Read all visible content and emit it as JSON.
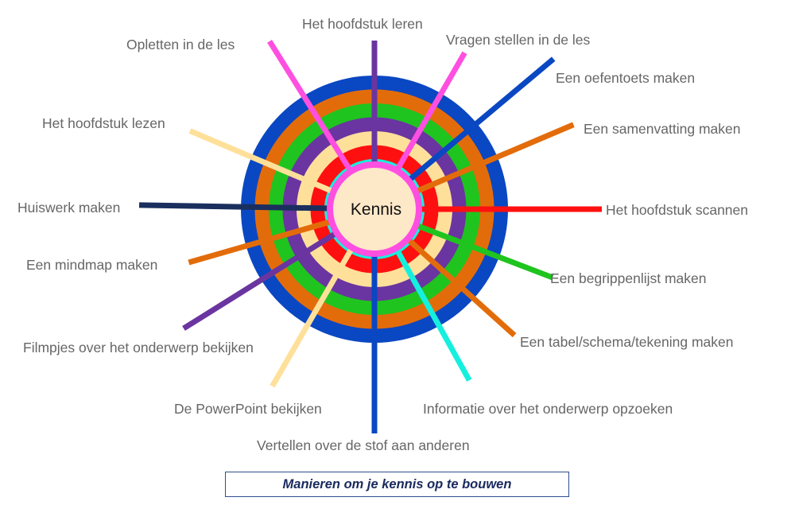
{
  "center": {
    "label": "Kennis",
    "fill": "#fde8c8",
    "border": "#ff4fe0"
  },
  "rings": [
    {
      "color": "#0a47c2"
    },
    {
      "color": "#e36c0a"
    },
    {
      "color": "#1fc41f"
    },
    {
      "color": "#6a35a0"
    },
    {
      "color": "#ffe09a"
    },
    {
      "color": "#ff1010"
    },
    {
      "color": "#15f0de"
    },
    {
      "color": "#1a2f5e"
    }
  ],
  "spokes": [
    {
      "label": "Het hoofdstuk leren",
      "color": "#6a35a0",
      "angle": 0
    },
    {
      "label": "Vragen stellen in de les",
      "color": "#ff4fe0",
      "angle": 30
    },
    {
      "label": "Een oefentoets maken",
      "color": "#0a47c2",
      "angle": 50
    },
    {
      "label": "Een samenvatting maken",
      "color": "#e36c0a",
      "angle": 67
    },
    {
      "label": "Het hoofdstuk scannen",
      "color": "#ff1010",
      "angle": 90
    },
    {
      "label": "Een begrippenlijst maken",
      "color": "#1fc41f",
      "angle": 111
    },
    {
      "label": "Een tabel/schema/tekening maken",
      "color": "#e36c0a",
      "angle": 132
    },
    {
      "label": "Informatie over het onderwerp opzoeken",
      "color": "#15f0de",
      "angle": 151
    },
    {
      "label": "Vertellen over de stof aan anderen",
      "color": "#0a47c2",
      "angle": 180
    },
    {
      "label": "De PowerPoint bekijken",
      "color": "#ffe09a",
      "angle": 210
    },
    {
      "label": "Filmpjes over het onderwerp bekijken",
      "color": "#6a35a0",
      "angle": 238
    },
    {
      "label": "Een mindmap maken",
      "color": "#e36c0a",
      "angle": 254
    },
    {
      "label": "Huiswerk maken",
      "color": "#1a2f5e",
      "angle": 271
    },
    {
      "label": "Het hoofdstuk lezen",
      "color": "#ffe09a",
      "angle": 293
    },
    {
      "label": "Opletten in de les",
      "color": "#ff4fe0",
      "angle": 328
    }
  ],
  "caption": "Manieren om je kennis op te bouwen"
}
